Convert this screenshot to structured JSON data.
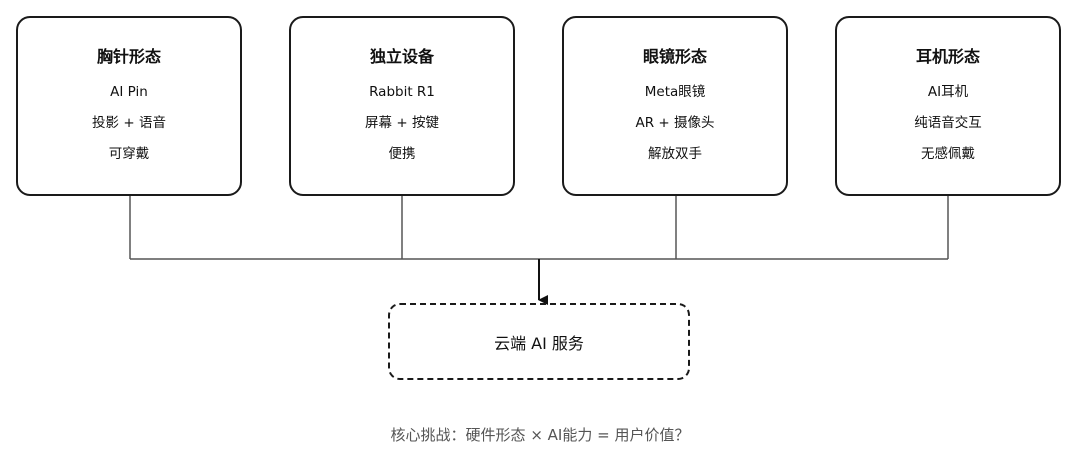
{
  "boxes": [
    {
      "title": "胸针形态",
      "lines": [
        "AI Pin",
        "投影 + 语音",
        "可穿戴"
      ]
    },
    {
      "title": "独立设备",
      "lines": [
        "Rabbit R1",
        "屏幕 + 按键",
        "便携"
      ]
    },
    {
      "title": "眼镜形态",
      "lines": [
        "Meta眼镜",
        "AR + 摄像头",
        "解放双手"
      ]
    },
    {
      "title": "耳机形态",
      "lines": [
        "AI耳机",
        "纯语音交互",
        "无感佩戴"
      ]
    }
  ],
  "cloud": {
    "label": "云端 AI 服务"
  },
  "footer": {
    "text": "核心挑战：硬件形态 × AI能力 = 用户价值？"
  }
}
